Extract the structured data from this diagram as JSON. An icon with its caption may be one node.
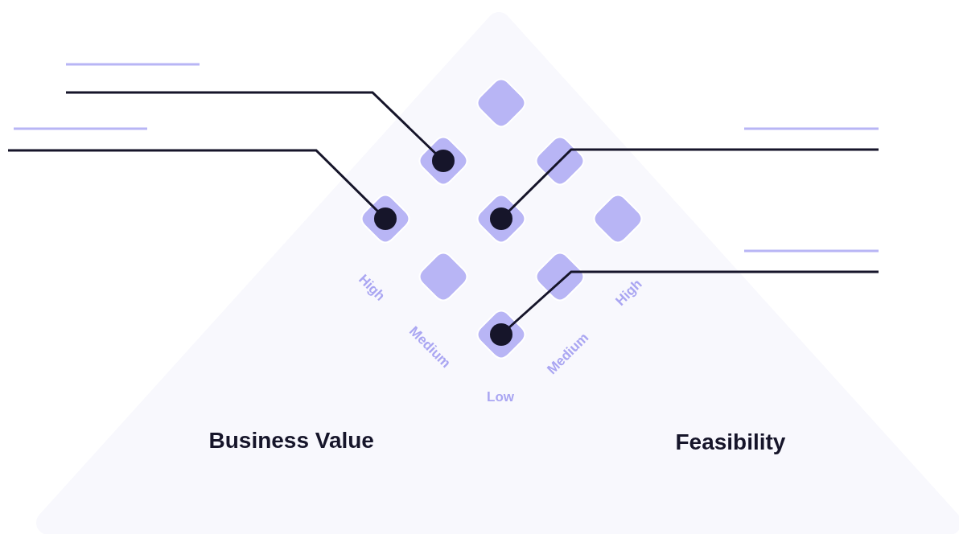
{
  "diagram": {
    "nodes": [
      {
        "text": [],
        "shape": "diamond"
      },
      {
        "text": [],
        "shape": "diamond"
      },
      {
        "text": [],
        "shape": "diamond"
      },
      {
        "text": [],
        "shape": "diamond"
      },
      {
        "text": [],
        "shape": "diamond"
      },
      {
        "text": [],
        "shape": "diamond"
      },
      {
        "text": [],
        "shape": "diamond"
      },
      {
        "text": [],
        "shape": "diamond"
      },
      {
        "text": [],
        "shape": "diamond"
      }
    ],
    "edges": [
      {
        "from": null,
        "to": 1,
        "arrow": "other"
      },
      {
        "from": null,
        "to": 3,
        "arrow": "other"
      },
      {
        "from": null,
        "to": 4,
        "arrow": "other"
      },
      {
        "from": null,
        "to": 8,
        "arrow": "other"
      }
    ],
    "labels": [
      "High",
      "Medium",
      "Low",
      "Medium",
      "High",
      "Business Value",
      "Feasibility"
    ]
  }
}
